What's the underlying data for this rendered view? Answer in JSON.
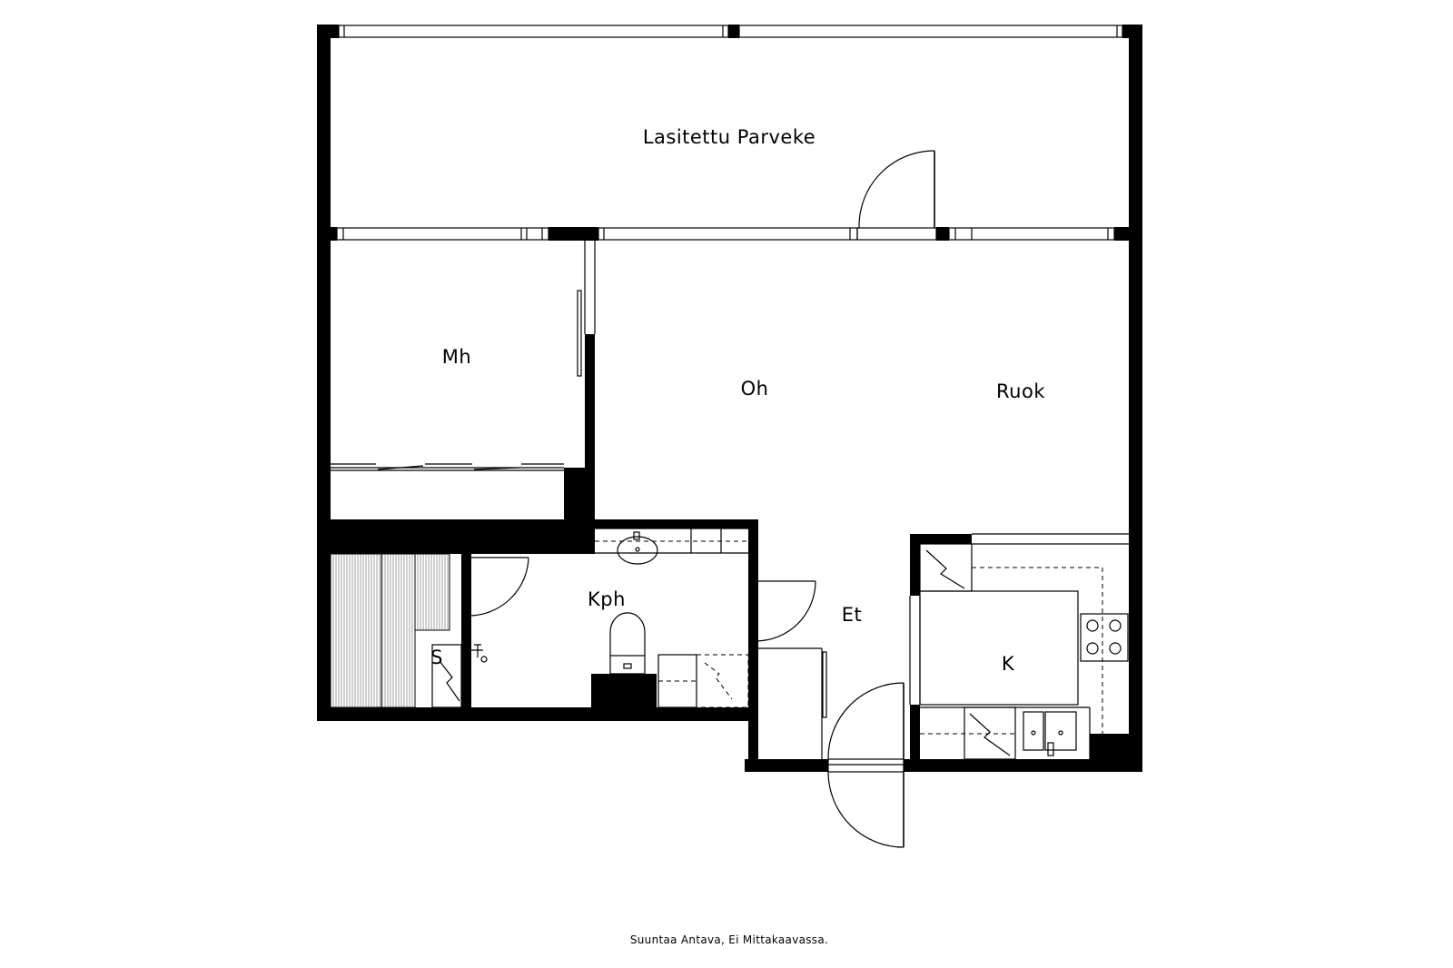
{
  "rooms": {
    "balcony": "Lasitettu Parveke",
    "bedroom": "Mh",
    "living": "Oh",
    "dining": "Ruok",
    "bathroom": "Kph",
    "hall": "Et",
    "kitchen": "K",
    "sauna": "S"
  },
  "footer_note": "Suuntaa Antava, Ei Mittakaavassa.",
  "colors": {
    "wall": "#000000",
    "background": "#ffffff"
  }
}
